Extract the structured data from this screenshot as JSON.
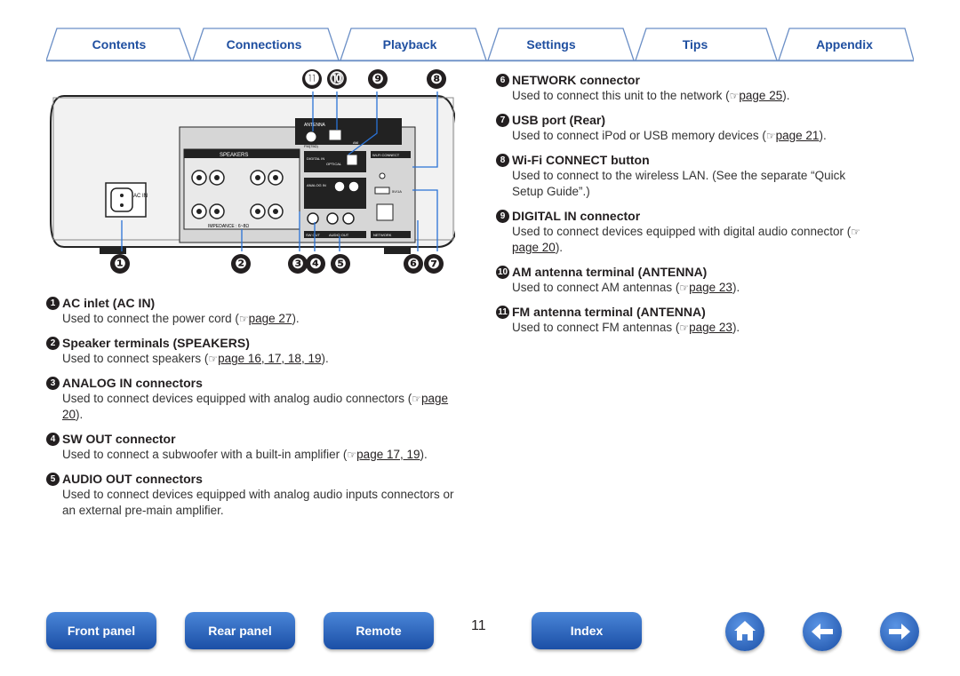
{
  "tabs": [
    "Contents",
    "Connections",
    "Playback",
    "Settings",
    "Tips",
    "Appendix"
  ],
  "figure": {
    "callouts_top": [
      "⓫",
      "⓾",
      "❾",
      "❽"
    ],
    "callouts_bottom": [
      "❶",
      "❷",
      "❸",
      "❹",
      "❺",
      "❻",
      "❼"
    ],
    "labels": {
      "antenna": "ANTENNA",
      "fm": "FM(75Ω)",
      "am": "AM",
      "speakers": "SPEAKERS",
      "ac_in": "AC IN",
      "digital_in": "DIGITAL IN",
      "optical": "OPTICAL",
      "analog_in": "ANALOG IN",
      "wifi_connect": "Wi-Fi CONNECT",
      "impedance": "IMPEDANCE : 6~8Ω",
      "sw_out": "SW OUT",
      "audio_out": "AUDIO OUT",
      "network": "NETWORK",
      "usb": "5V/1A"
    }
  },
  "left_items": [
    {
      "num": "1",
      "title": "AC inlet (AC IN)",
      "text": "Used to connect the power cord (",
      "ref": "page 27",
      "tail": ")."
    },
    {
      "num": "2",
      "title": "Speaker terminals (SPEAKERS)",
      "text": "Used to connect speakers (",
      "ref": "page 16, 17, 18, 19",
      "tail": ")."
    },
    {
      "num": "3",
      "title": "ANALOG IN connectors",
      "text": "Used to connect devices equipped with analog audio connectors (",
      "ref": "page 20",
      "tail": ")."
    },
    {
      "num": "4",
      "title": "SW OUT connector",
      "text": "Used to connect a subwoofer with a built-in amplifier (",
      "ref": "page 17, 19",
      "tail": ")."
    },
    {
      "num": "5",
      "title": "AUDIO OUT connectors",
      "text": "Used to connect devices equipped with analog audio inputs connectors or an external pre-main amplifier.",
      "ref": "",
      "tail": ""
    }
  ],
  "right_items": [
    {
      "num": "6",
      "title": "NETWORK connector",
      "text": "Used to connect this unit to the network (",
      "ref": "page 25",
      "tail": ")."
    },
    {
      "num": "7",
      "title": "USB port (Rear)",
      "text": "Used to connect iPod or USB memory devices (",
      "ref": "page 21",
      "tail": ")."
    },
    {
      "num": "8",
      "title": "Wi-Fi CONNECT button",
      "text": "Used to connect to the wireless LAN. (See the separate “Quick Setup Guide”.)",
      "ref": "",
      "tail": ""
    },
    {
      "num": "9",
      "title": "DIGITAL IN connector",
      "text": "Used to connect devices equipped with digital audio connector (",
      "ref": "page 20",
      "tail": ")."
    },
    {
      "num": "10",
      "title": "AM antenna terminal (ANTENNA)",
      "text": "Used to connect AM antennas (",
      "ref": "page 23",
      "tail": ")."
    },
    {
      "num": "11",
      "title": "FM antenna terminal (ANTENNA)",
      "text": "Used to connect FM antennas (",
      "ref": "page 23",
      "tail": ")."
    }
  ],
  "footer": {
    "front_panel": "Front panel",
    "rear_panel": "Rear panel",
    "remote": "Remote",
    "page_number": "11",
    "index": "Index",
    "icons": [
      "home-icon",
      "back-arrow-icon",
      "forward-arrow-icon"
    ]
  },
  "colors": {
    "accent": "#1f4fa0",
    "button": "#2a62bf",
    "text": "#231f20",
    "callout_line": "#2a72d6"
  }
}
